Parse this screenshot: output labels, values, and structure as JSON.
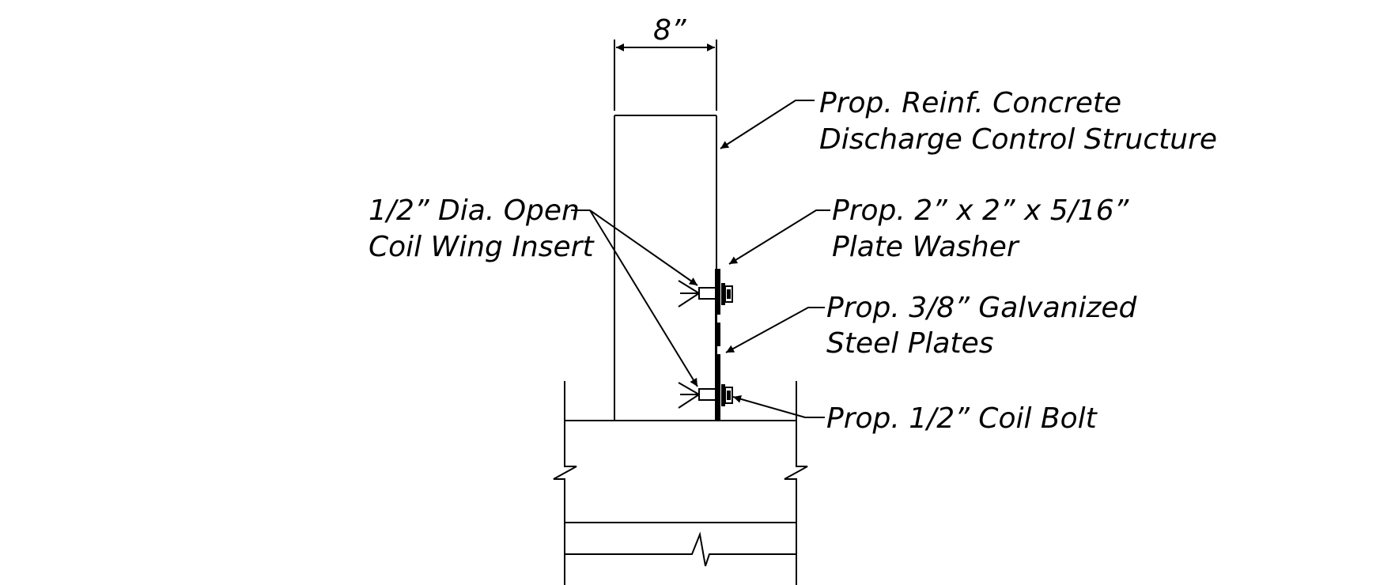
{
  "dimension": {
    "label": "8”"
  },
  "callouts": {
    "concrete_structure": {
      "line1": "Prop. Reinf. Concrete",
      "line2": "Discharge Control Structure"
    },
    "coil_wing_insert": {
      "line1": "1/2” Dia. Open",
      "line2": "Coil Wing Insert"
    },
    "plate_washer": {
      "line1": "Prop. 2” x 2” x 5/16”",
      "line2": "Plate Washer"
    },
    "steel_plates": {
      "line1": "Prop. 3/8” Galvanized",
      "line2": "Steel Plates"
    },
    "coil_bolt": {
      "line1": "Prop. 1/2” Coil Bolt"
    }
  },
  "colors": {
    "ink": "#000000",
    "background": "#ffffff"
  }
}
